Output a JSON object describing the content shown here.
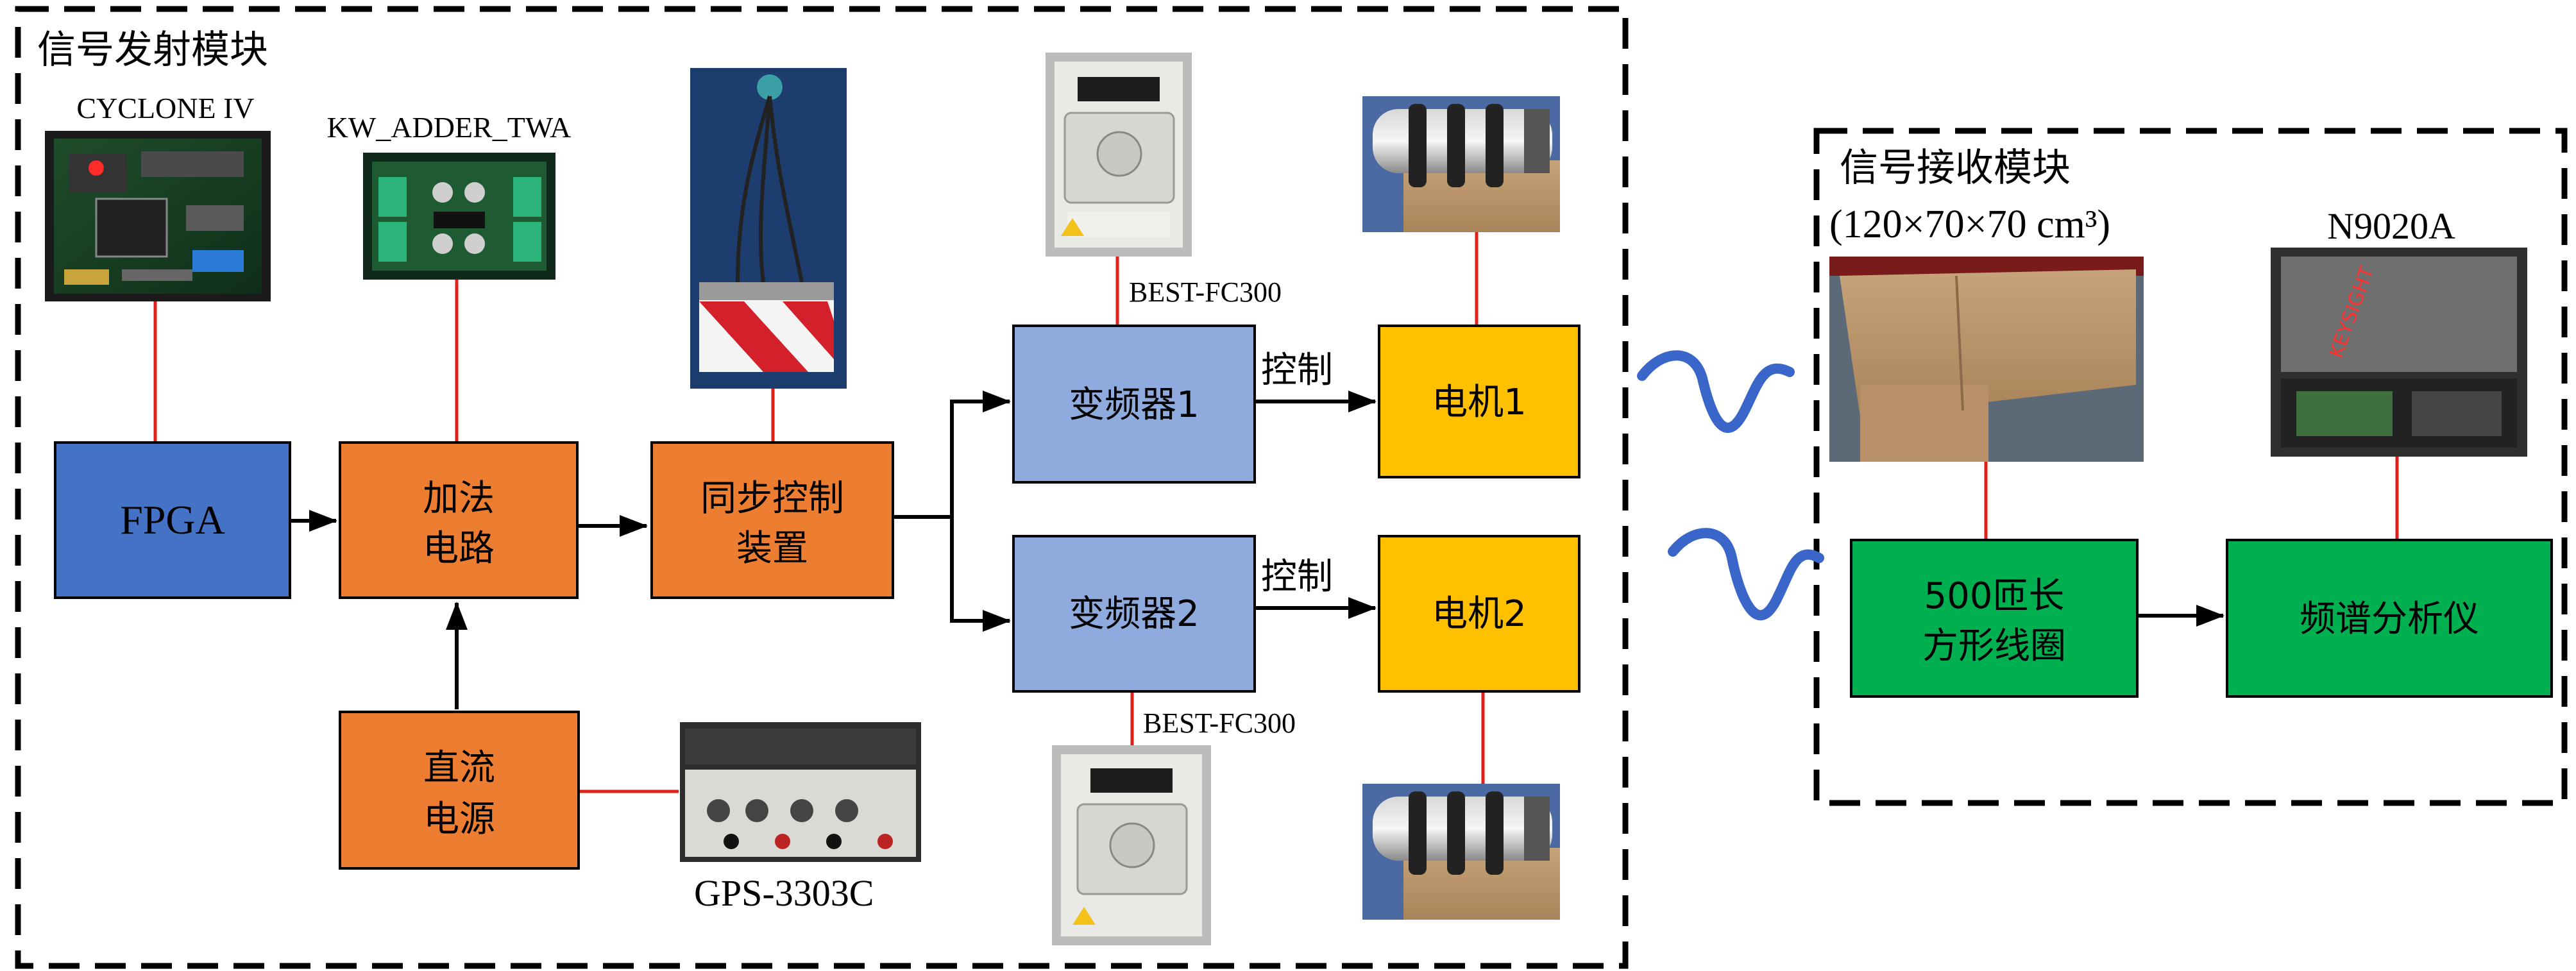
{
  "modules": {
    "transmitter_title": "信号发射模块",
    "receiver_title": "信号接收模块",
    "receiver_dimensions": "(120×70×70 cm³)"
  },
  "boxes": {
    "fpga": "FPGA",
    "adder_line1": "加法",
    "adder_line2": "电路",
    "sync_line1": "同步控制",
    "sync_line2": "装置",
    "dc_line1": "直流",
    "dc_line2": "电源",
    "vfd1": "变频器1",
    "vfd2": "变频器2",
    "motor1": "电机1",
    "motor2": "电机2",
    "coil_line1": "500匝长",
    "coil_line2": "方形线圈",
    "analyzer": "频谱分析仪"
  },
  "photo_labels": {
    "fpga_board": "CYCLONE IV",
    "adder_board": "KW_ADDER_TWA",
    "vfd1_model": "BEST-FC300",
    "vfd2_model": "BEST-FC300",
    "power_supply": "GPS-3303C",
    "analyzer_model": "N9020A"
  },
  "arrows": {
    "control1": "控制",
    "control2": "控制"
  },
  "colors": {
    "fpga_blue": "#4472C4",
    "orange": "#ED7D31",
    "vfd_blue": "#8FAADC",
    "motor_yellow": "#FFC000",
    "green": "#00B050",
    "connector_red": "#E0201B",
    "wave_blue": "#3A66C9"
  },
  "icons": {
    "fpga_board": "circuit-board-photo",
    "adder_board": "circuit-board-photo",
    "sync_device": "sync-controller-photo",
    "vfd1": "inverter-photo",
    "vfd2": "inverter-photo",
    "motor1": "motor-photo",
    "motor2": "motor-photo",
    "power_supply": "power-supply-photo",
    "coil": "coil-box-photo",
    "analyzer": "spectrum-analyzer-photo",
    "wireless": "wireless-wave-icon"
  }
}
